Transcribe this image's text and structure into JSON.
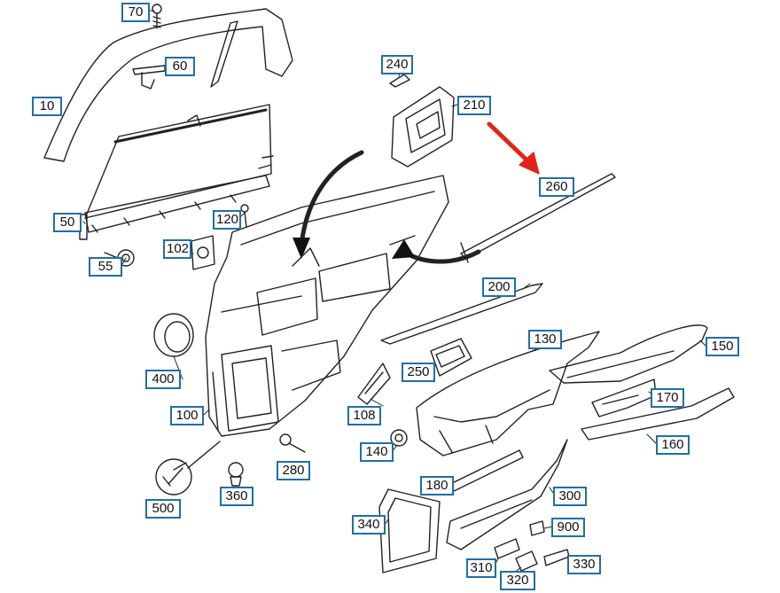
{
  "colors": {
    "line": "#222222",
    "callout_border": "#1f6fa8",
    "highlight_arrow": "#e2231a",
    "background": "#ffffff"
  },
  "callouts": {
    "c70": "70",
    "c60": "60",
    "c10": "10",
    "c50": "50",
    "c55": "55",
    "c102": "102",
    "c120": "120",
    "c240": "240",
    "c210": "210",
    "c260": "260",
    "c200": "200",
    "c130": "130",
    "c150": "150",
    "c170": "170",
    "c160": "160",
    "c250": "250",
    "c108": "108",
    "c140": "140",
    "c400": "400",
    "c100": "100",
    "c280": "280",
    "c500": "500",
    "c360": "360",
    "c180": "180",
    "c300": "300",
    "c340": "340",
    "c900": "900",
    "c310": "310",
    "c320": "320",
    "c330": "330"
  },
  "highlight": {
    "target": "260"
  }
}
